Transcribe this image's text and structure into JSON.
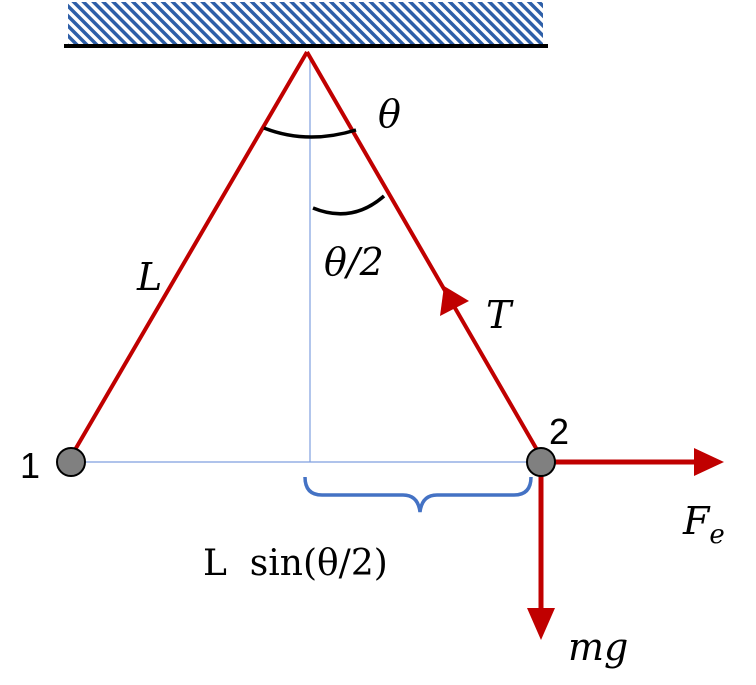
{
  "labels": {
    "theta": "θ",
    "half_theta": "θ/2",
    "length": "L",
    "tension": "T",
    "charge_1": "1",
    "charge_2": "2",
    "electric_force": "F",
    "electric_force_subscript": "e",
    "weight": "mg",
    "separation_half": "L  sin(θ/2)"
  },
  "colors": {
    "string": "#c00000",
    "guide_line": "#7f9fdf",
    "brace": "#4472c4",
    "ceiling_hatch": "#2e5fa8",
    "charge_fill": "#808080",
    "arc": "#000000"
  }
}
